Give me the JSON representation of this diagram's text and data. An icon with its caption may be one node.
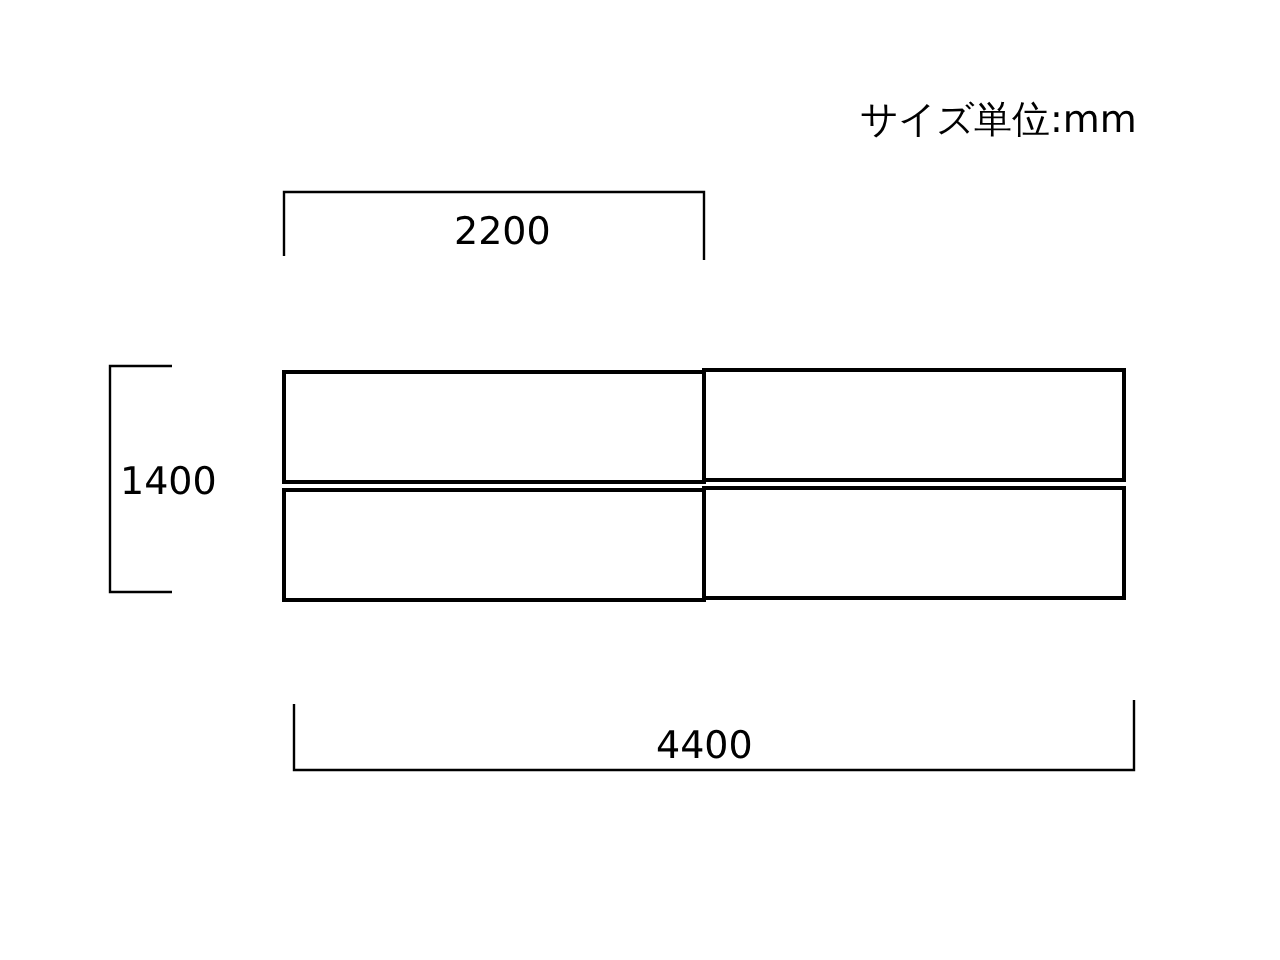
{
  "diagram": {
    "nodes": [
      {
        "text": [],
        "shape": "box"
      },
      {
        "text": [],
        "shape": "box"
      },
      {
        "text": [],
        "shape": "box"
      },
      {
        "text": [],
        "shape": "box"
      }
    ],
    "edges": [],
    "labels": [
      "サイズ単位:mm",
      "2200",
      "1400",
      "4400"
    ]
  }
}
